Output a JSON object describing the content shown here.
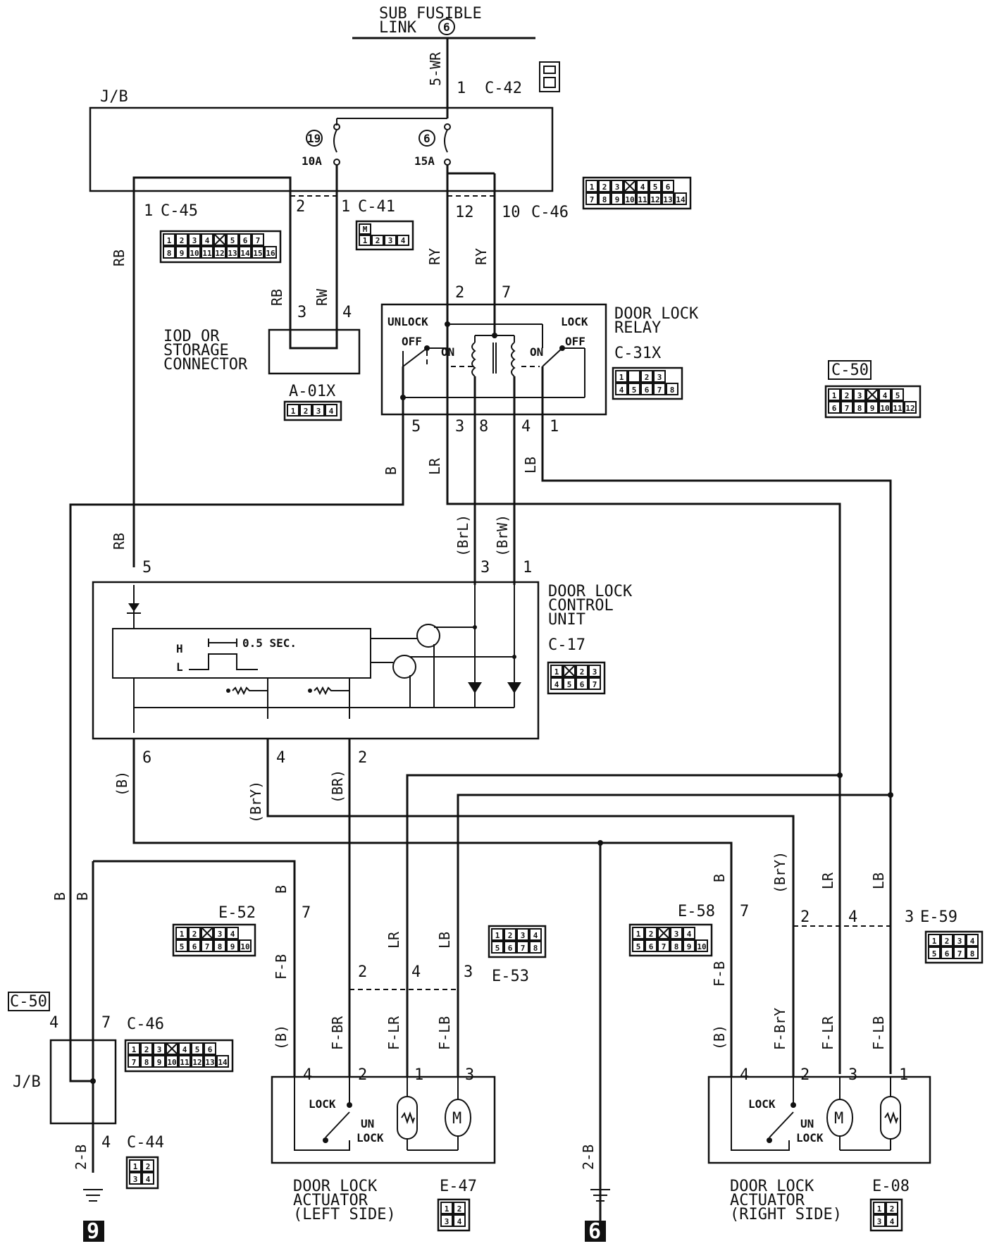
{
  "supply": {
    "line1": "SUB FUSIBLE",
    "line2": "LINK",
    "link_no": "6"
  },
  "junction_box": {
    "label": "J/B",
    "fuse_left_no": "19",
    "fuse_left_rating": "10A",
    "fuse_right_no": "6",
    "fuse_right_rating": "15A"
  },
  "connectors": {
    "c42": "C-42",
    "c45": "C-45",
    "c41": "C-41",
    "c46": "C-46",
    "c31x": "C-31X",
    "c50": "C-50",
    "a01x": "A-01X",
    "c17": "C-17",
    "e52": "E-52",
    "e53": "E-53",
    "e58": "E-58",
    "e59": "E-59",
    "c44": "C-44",
    "e47": "E-47",
    "e08": "E-08"
  },
  "connector_grids": {
    "c45": [
      [
        "1",
        "2",
        "3",
        "4",
        "X",
        "5",
        "6",
        "7"
      ],
      [
        "8",
        "9",
        "10",
        "11",
        "12",
        "13",
        "14",
        "15",
        "16"
      ]
    ],
    "c41": [
      [
        "M"
      ],
      [
        "1",
        "2",
        "3",
        "4"
      ]
    ],
    "c46": [
      [
        "1",
        "2",
        "3",
        "X",
        "4",
        "5",
        "6"
      ],
      [
        "7",
        "8",
        "9",
        "10",
        "11",
        "12",
        "13",
        "14"
      ]
    ],
    "c31x": [
      [
        "1",
        "",
        "2",
        "3"
      ],
      [
        "4",
        "5",
        "6",
        "7",
        "8"
      ]
    ],
    "c50": [
      [
        "1",
        "2",
        "3",
        "X",
        "4",
        "5"
      ],
      [
        "6",
        "7",
        "8",
        "9",
        "10",
        "11",
        "12"
      ]
    ],
    "a01x": [
      [
        "1",
        "2",
        "3",
        "4"
      ]
    ],
    "c17": [
      [
        "1",
        "X",
        "2",
        "3"
      ],
      [
        "4",
        "5",
        "6",
        "7"
      ]
    ],
    "e52": [
      [
        "1",
        "2",
        "X",
        "3",
        "4"
      ],
      [
        "5",
        "6",
        "7",
        "8",
        "9",
        "10"
      ]
    ],
    "e53": [
      [
        "1",
        "2",
        "3",
        "4"
      ],
      [
        "5",
        "6",
        "7",
        "8"
      ]
    ],
    "e58": [
      [
        "1",
        "2",
        "X",
        "3",
        "4"
      ],
      [
        "5",
        "6",
        "7",
        "8",
        "9",
        "10"
      ]
    ],
    "e59": [
      [
        "1",
        "2",
        "3",
        "4"
      ],
      [
        "5",
        "6",
        "7",
        "8"
      ]
    ],
    "c46b": [
      [
        "1",
        "2",
        "3",
        "X",
        "4",
        "5",
        "6"
      ],
      [
        "7",
        "8",
        "9",
        "10",
        "11",
        "12",
        "13",
        "14"
      ]
    ],
    "c44": [
      [
        "1",
        "2"
      ],
      [
        "3",
        "4"
      ]
    ],
    "e47": [
      [
        "1",
        "2"
      ],
      [
        "3",
        "4"
      ]
    ],
    "e08": [
      [
        "1",
        "2"
      ],
      [
        "3",
        "4"
      ]
    ]
  },
  "components": {
    "iod": [
      "IOD OR",
      "STORAGE",
      "CONNECTOR"
    ],
    "relay": [
      "DOOR LOCK",
      "RELAY"
    ],
    "relay_unlock": "UNLOCK",
    "relay_lock": "LOCK",
    "relay_off": "OFF",
    "relay_on": "ON",
    "control_unit": [
      "DOOR LOCK",
      "CONTROL",
      "UNIT"
    ],
    "cu_h": "H",
    "cu_l": "L",
    "cu_time": "0.5 SEC.",
    "actuator_left": [
      "DOOR LOCK",
      "ACTUATOR",
      "(LEFT SIDE)"
    ],
    "actuator_right": [
      "DOOR LOCK",
      "ACTUATOR",
      "(RIGHT SIDE)"
    ],
    "act_lock": "LOCK",
    "act_un": "UN",
    "act_unlock": "LOCK",
    "motor": "M"
  },
  "wires": {
    "wr5": "5-WR",
    "rb": "RB",
    "rw": "RW",
    "ry": "RY",
    "b": "B",
    "lr": "LR",
    "lb": "LB",
    "brl": "(BrL)",
    "brw": "(BrW)",
    "b_paren": "(B)",
    "bry_paren": "(BrY)",
    "br_paren": "(BR)",
    "fb": "F-B",
    "fbr": "F-BR",
    "flr": "F-LR",
    "flb": "F-LB",
    "fbry": "F-BrY",
    "b2": "2-B"
  },
  "ground_left": "9",
  "ground_center": "6",
  "pins": {
    "p1": "1",
    "p2": "2",
    "p3": "3",
    "p4": "4",
    "p5": "5",
    "p6": "6",
    "p7": "7",
    "p8": "8",
    "p10": "10",
    "p12": "12"
  }
}
